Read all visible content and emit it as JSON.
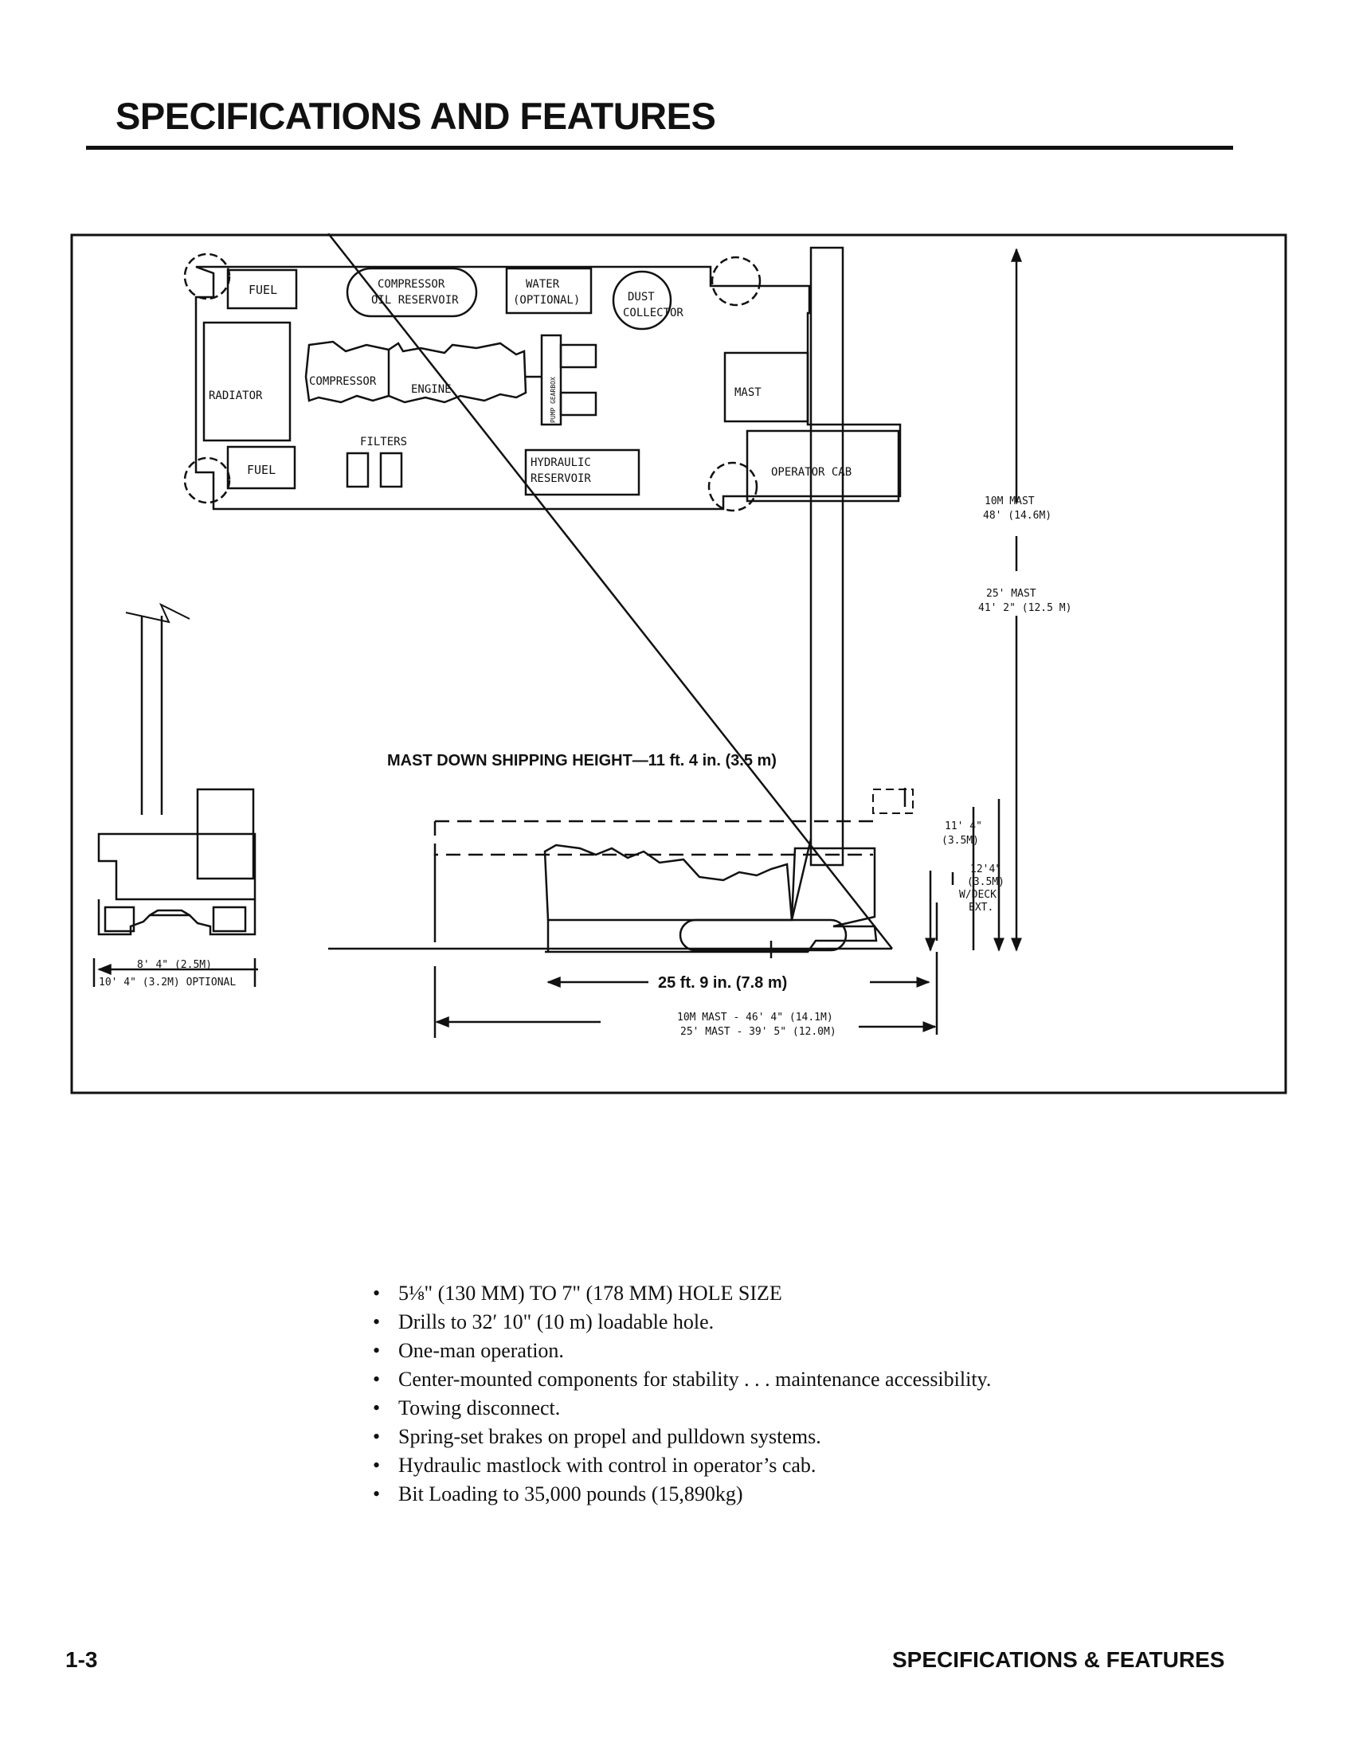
{
  "header": {
    "title": "SPECIFICATIONS  AND FEATURES"
  },
  "diagram": {
    "plan_labels": {
      "fuel_top": "FUEL",
      "compressor_oil_1": "COMPRESSOR",
      "compressor_oil_2": "OIL RESERVOIR",
      "water_1": "WATER",
      "water_2": "(OPTIONAL)",
      "dust_1": "DUST",
      "dust_2": "COLLECTOR",
      "radiator": "RADIATOR",
      "compressor": "COMPRESSOR",
      "engine": "ENGINE",
      "pump_gearbox": "PUMP GEARBOX",
      "mast": "MAST",
      "filters": "FILTERS",
      "fuel_bottom": "FUEL",
      "hydraulic_1": "HYDRAULIC",
      "hydraulic_2": "RESERVOIR",
      "operator_cab": "OPERATOR CAB"
    },
    "heights": {
      "mast_10m_1": "10M MAST",
      "mast_10m_2": "48' (14.6M)",
      "mast_25_1": "25' MAST",
      "mast_25_2": "41' 2\" (12.5 M)",
      "shipping": "MAST DOWN SHIPPING HEIGHT—11 ft. 4 in. (3.5 m)",
      "h_114_1": "11' 4\"",
      "h_114_2": "(3.5M)",
      "h_124_1": "12'4\"",
      "h_124_2": "(3.5M)",
      "h_124_3": "W/DECK",
      "h_124_4": "EXT."
    },
    "widths": {
      "w1": "8' 4\" (2.5M)",
      "w2": "10' 4\" (3.2M) OPTIONAL"
    },
    "lengths": {
      "track": "25 ft. 9 in. (7.8 m)",
      "overall_1": "10M MAST - 46' 4\" (14.1M)",
      "overall_2": "25' MAST - 39' 5\" (12.0M)"
    }
  },
  "features": [
    "5⅛\" (130 MM) TO 7\"  (178 MM) HOLE SIZE",
    "Drills to 32′ 10\" (10 m) loadable hole.",
    "One-man operation.",
    "Center-mounted components for stability . . . maintenance accessibility.",
    "Towing disconnect.",
    "Spring-set brakes on propel and pulldown systems.",
    "Hydraulic mastlock with control in operator’s cab.",
    "Bit Loading to 35,000 pounds (15,890kg)"
  ],
  "footer": {
    "page_number": "1-3",
    "section_title": "SPECIFICATIONS & FEATURES"
  }
}
